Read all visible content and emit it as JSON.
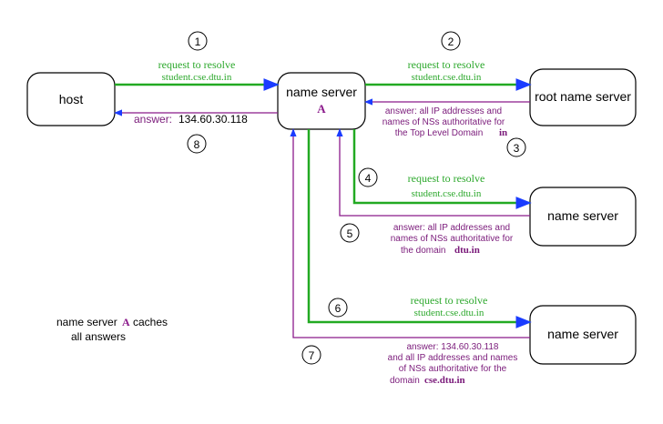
{
  "colors": {
    "request": "#22aa22",
    "answer": "#8b1a8b",
    "request_text": "#2ca82c",
    "answer_text": "#7a1a7a",
    "node_stroke": "#000000",
    "arrowhead": "#1a3cff",
    "label_text": "#000000"
  },
  "nodes": {
    "host": "host",
    "ns_a": "name server",
    "ns_a_sub": "A",
    "root": "root name server",
    "tld_ns": "name server",
    "auth_ns": "name server"
  },
  "steps": {
    "s1": "1",
    "s2": "2",
    "s3": "3",
    "s4": "4",
    "s5": "5",
    "s6": "6",
    "s7": "7",
    "s8": "8"
  },
  "labels": {
    "req1_line1": "request to resolve",
    "req1_line2": "student.cse.dtu.in",
    "req2_line1": "request to resolve",
    "req2_line2": "student.cse.dtu.in",
    "ans3_line1": "answer: all IP addresses and",
    "ans3_line2": "names of NSs authoritative for",
    "ans3_line3": "the Top Level Domain",
    "ans3_domain": "in",
    "req4_line1": "request to resolve",
    "req4_line2": "student.cse.dtu.in",
    "ans5_line1": "answer: all IP addresses and",
    "ans5_line2": "names of NSs authoritative for",
    "ans5_line3": "the domain",
    "ans5_domain": "dtu.in",
    "req6_line1": "request to resolve",
    "req6_line2": "student.cse.dtu.in",
    "ans7_line1": "answer: 134.60.30.118",
    "ans7_line2": "and all IP addresses and names",
    "ans7_line3": "of NSs authoritative for the",
    "ans7_line4": "domain",
    "ans7_domain": "cse.dtu.in",
    "ans8_prefix": "answer:",
    "ans8_value": "134.60.30.118",
    "caches_line1_prefix": "name server",
    "caches_line1_a": "A",
    "caches_line1_suffix": "caches",
    "caches_line2": "all answers"
  }
}
